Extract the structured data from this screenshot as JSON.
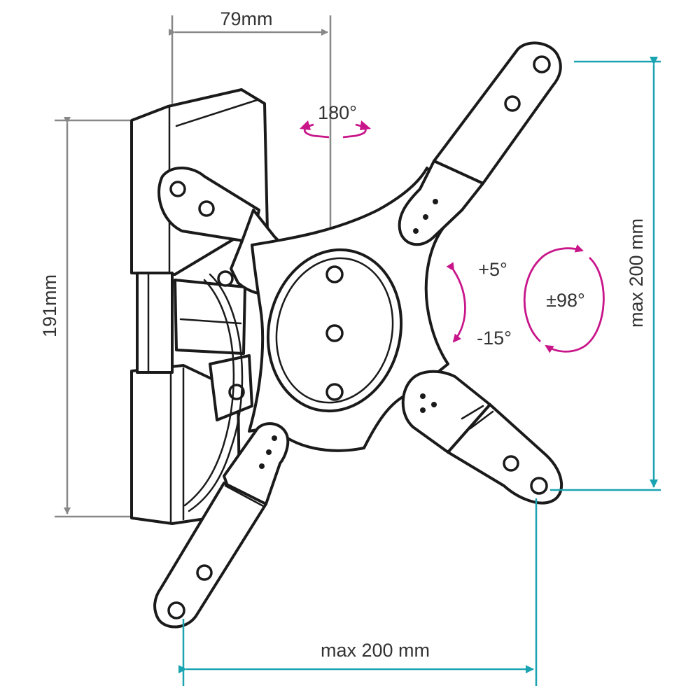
{
  "dimensions": {
    "depth": "79mm",
    "height": "191mm",
    "vesa_horizontal": "max 200 mm",
    "vesa_vertical": "max 200 mm"
  },
  "angles": {
    "swivel": "180°",
    "tilt_up": "+5°",
    "tilt_down": "-15°",
    "rotation": "±98°"
  },
  "colors": {
    "outline": "#1a1a1a",
    "gray_dimension": "#888888",
    "teal_dimension": "#1aa3b0",
    "magenta_arrow": "#c8158a"
  }
}
